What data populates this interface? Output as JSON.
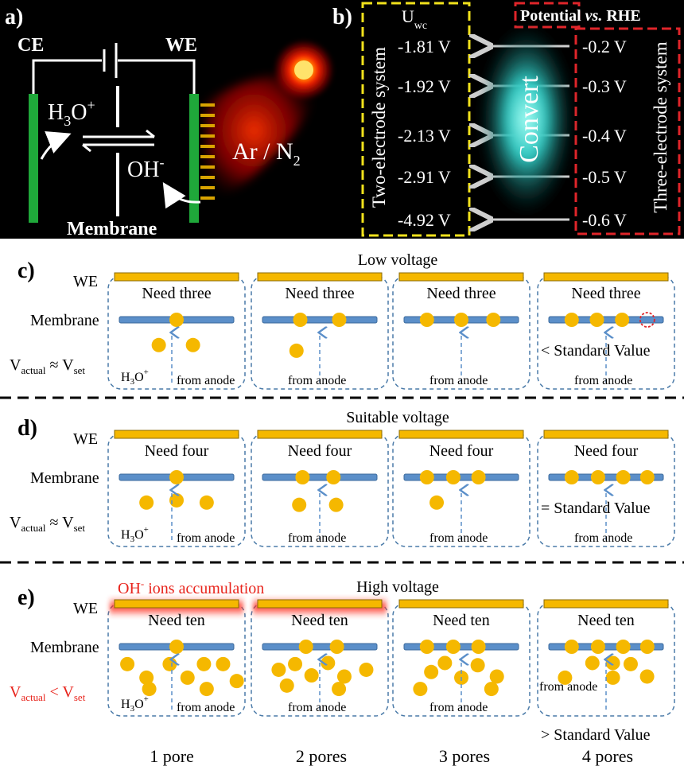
{
  "panel_a": {
    "label": "a)",
    "ce": "CE",
    "we": "WE",
    "h3o": "H",
    "h3o_sub": "3",
    "h3o_tail": "O",
    "h3o_sup": "+",
    "oh": "OH",
    "oh_sup": "-",
    "gas": "Ar / N",
    "gas_sub": "2",
    "membrane": "Membrane"
  },
  "panel_b": {
    "label": "b)",
    "uwc": "U",
    "uwc_sub": "wc",
    "potential_header_pre": "Potential ",
    "potential_header_vs": "vs.",
    "potential_header_post": " RHE",
    "two_electrode": "Two-electrode system",
    "three_electrode": "Three-electrode system",
    "convert": "Convert",
    "two_values": [
      "-1.81 V",
      "-1.92 V",
      "-2.13 V",
      "-2.91 V",
      "-4.92 V"
    ],
    "three_values": [
      "-0.2 V",
      "-0.3 V",
      "-0.4 V",
      "-0.5 V",
      "-0.6 V"
    ]
  },
  "rows": [
    {
      "label": "c)",
      "title": "Low voltage",
      "we": "WE",
      "membrane": "Membrane",
      "v_actual": "V",
      "v_actual_sub": "actual",
      "relation": " ≈ ",
      "v_set": "V",
      "v_set_sub": "set",
      "need": "Need three",
      "h3o": "H",
      "h3o_sub": "3",
      "h3o_tail": "O",
      "h3o_sup": "+",
      "from_anode": "from anode",
      "standard": "< Standard Value"
    },
    {
      "label": "d)",
      "title": "Suitable voltage",
      "we": "WE",
      "membrane": "Membrane",
      "v_actual": "V",
      "v_actual_sub": "actual",
      "relation": " ≈ ",
      "v_set": "V",
      "v_set_sub": "set",
      "need": "Need four",
      "h3o": "H",
      "h3o_sub": "3",
      "h3o_tail": "O",
      "h3o_sup": "+",
      "from_anode": "from anode",
      "standard": "= Standard Value"
    },
    {
      "label": "e)",
      "title": "High voltage",
      "we": "WE",
      "membrane": "Membrane",
      "v_actual": "V",
      "v_actual_sub": "actual",
      "relation": " < ",
      "v_set": "V",
      "v_set_sub": "set",
      "need": "Need ten",
      "h3o": "H",
      "h3o_sub": "3",
      "h3o_tail": "O",
      "h3o_sup": "+",
      "from_anode": "from anode",
      "standard": "> Standard Value",
      "oh_accum_pre": "OH",
      "oh_accum_sup": "-",
      "oh_accum_post": " ions accumulation"
    }
  ],
  "pores": [
    "1 pore",
    "2 pores",
    "3 pores",
    "4 pores"
  ],
  "colors": {
    "ion": "#f5b800",
    "membrane": "#5b8fc9",
    "electrode_green": "#1fa83a",
    "two_electrode_box": "#f2e21c",
    "three_electrode_box": "#e0252a",
    "accumulation_red": "#e8241c",
    "box_border": "#4a7aa8"
  }
}
